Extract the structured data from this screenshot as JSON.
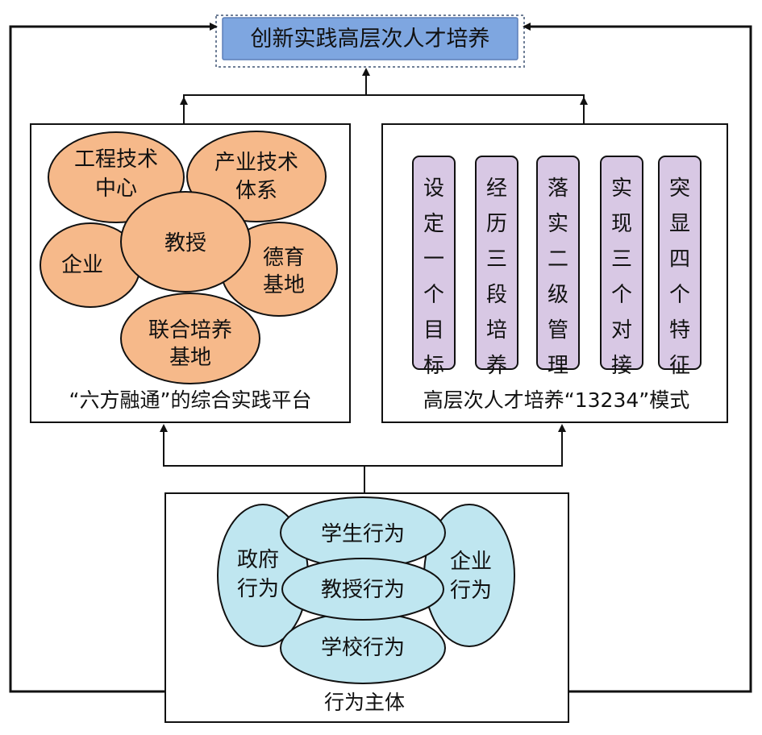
{
  "top": {
    "title": "创新实践高层次人才培养"
  },
  "left_panel": {
    "caption": "“六方融通”的综合实践平台",
    "nodes": [
      [
        "工程技术",
        "中心"
      ],
      [
        "产业技术",
        "体系"
      ],
      [
        "企业"
      ],
      [
        "德育",
        "基地"
      ],
      [
        "联合培养",
        "基地"
      ],
      [
        "教授"
      ]
    ]
  },
  "right_panel": {
    "caption": "高层次人才培养“13234”模式",
    "pillars": [
      "设定一个目标",
      "经历三段培养",
      "落实二级管理",
      "实现三个对接",
      "突显四个特征"
    ]
  },
  "bottom_panel": {
    "caption": "行为主体",
    "nodes": [
      [
        "政府",
        "行为"
      ],
      [
        "企业",
        "行为"
      ],
      [
        "学生行为"
      ],
      [
        "学校行为"
      ],
      [
        "教授行为"
      ]
    ]
  },
  "colors": {
    "title_fill": "#7ea6e0",
    "orange": "#f6b98a",
    "blue": "#bfe6f0",
    "purple": "#d8c8e4"
  }
}
